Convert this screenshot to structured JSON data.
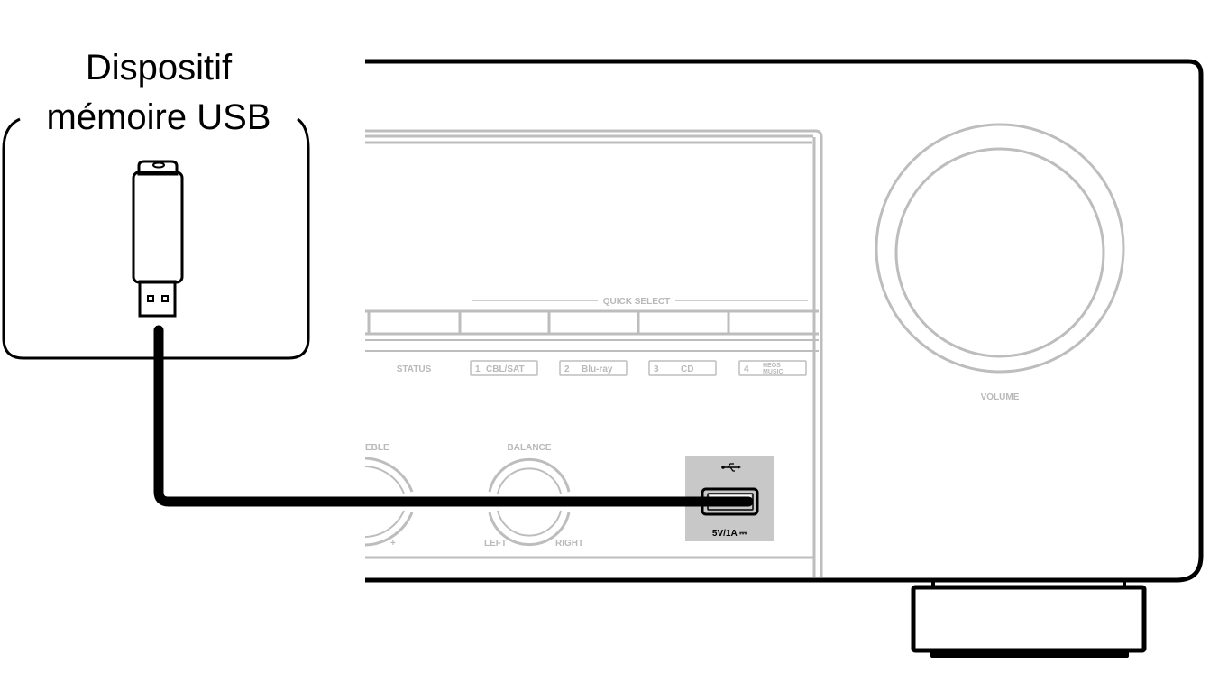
{
  "device": {
    "title_line1": "Dispositif",
    "title_line2": "mémoire USB"
  },
  "receiver": {
    "quick_select": {
      "header": "QUICK SELECT",
      "buttons": [
        {
          "number": "1",
          "label": "CBL/SAT"
        },
        {
          "number": "2",
          "label": "Blu-ray"
        },
        {
          "number": "3",
          "label": "CD"
        },
        {
          "number": "4",
          "label_line1": "HEOS",
          "label_line2": "MUSIC"
        }
      ]
    },
    "status_label": "STATUS",
    "treble_label": "EBLE",
    "treble_plus": "+",
    "balance": {
      "label": "BALANCE",
      "left": "LEFT",
      "right": "RIGHT"
    },
    "usb_port": {
      "icon": "usb-icon",
      "rating": "5V/1A ⎓"
    },
    "volume_label": "VOLUME"
  },
  "colors": {
    "line_black": "#000000",
    "line_gray": "#bdbdbd",
    "usb_panel": "#c8c8c8"
  }
}
